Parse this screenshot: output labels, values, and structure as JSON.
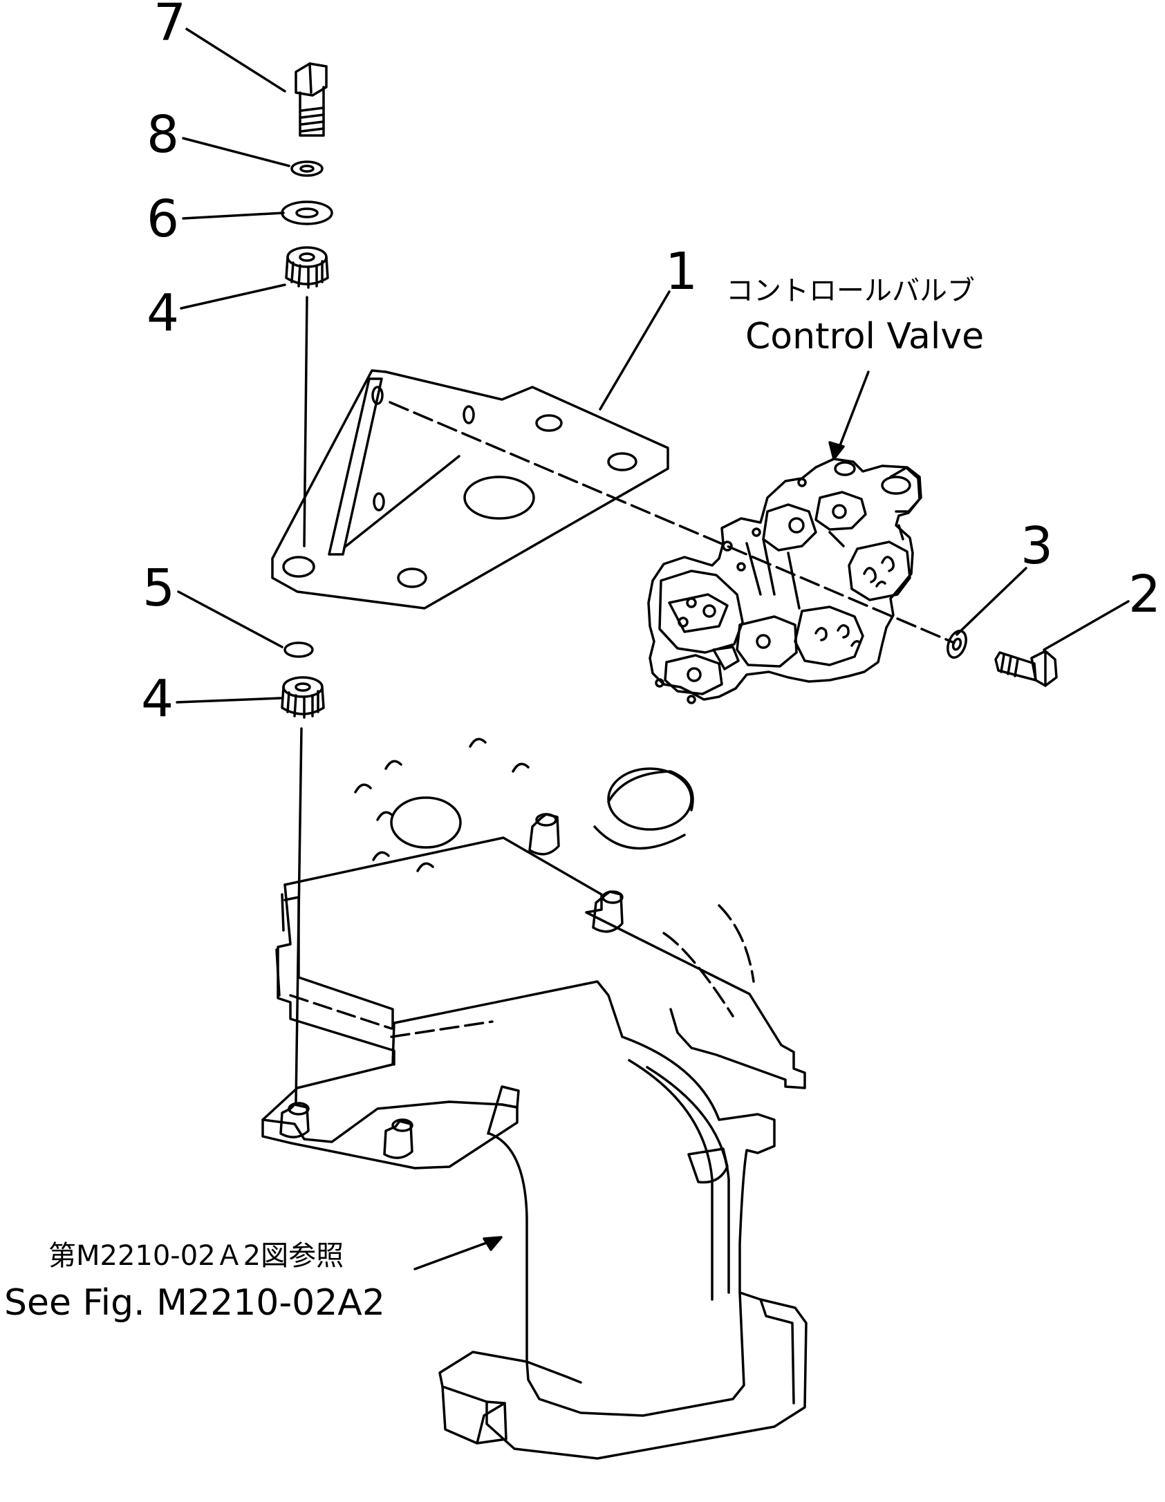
{
  "diagram": {
    "callouts": [
      {
        "id": "callout-7",
        "label": "7"
      },
      {
        "id": "callout-8",
        "label": "8"
      },
      {
        "id": "callout-6",
        "label": "6"
      },
      {
        "id": "callout-4-upper",
        "label": "4"
      },
      {
        "id": "callout-1",
        "label": "1"
      },
      {
        "id": "callout-5",
        "label": "5"
      },
      {
        "id": "callout-4-lower",
        "label": "4"
      },
      {
        "id": "callout-3",
        "label": "3"
      },
      {
        "id": "callout-2",
        "label": "2"
      }
    ],
    "control_valve": {
      "label_jp": "コントロールバルブ",
      "label_en": "Control Valve"
    },
    "reference": {
      "label_jp": "第M2210-02Ａ2図参照",
      "label_en": "See Fig. M2210-02A2"
    }
  }
}
